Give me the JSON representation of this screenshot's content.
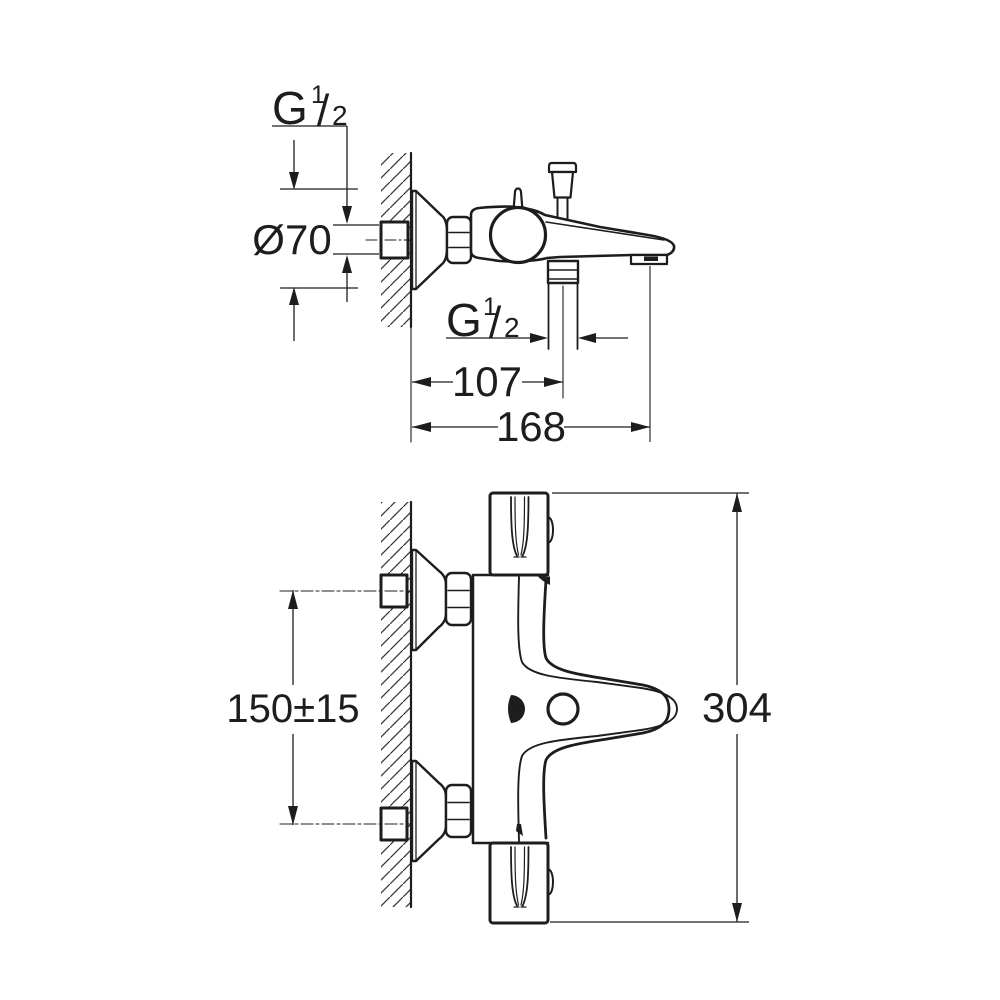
{
  "drawing": {
    "kind": "installation dimensional drawing, wall-mounted bath/shower mixer",
    "background": "#ffffff",
    "line_color": "#1d1d1b"
  },
  "dimensions": {
    "top_thread": {
      "letter": "G",
      "numerator": "1",
      "slash": "/",
      "denominator": "2"
    },
    "escutcheon_diameter": "Ø70",
    "shower_thread": {
      "letter": "G",
      "numerator": "1",
      "slash": "/",
      "denominator": "2"
    },
    "wall_to_shower_outlet": "107",
    "wall_to_spout_outlet": "168",
    "connection_spacing": "150±15",
    "overall_height": "304"
  }
}
